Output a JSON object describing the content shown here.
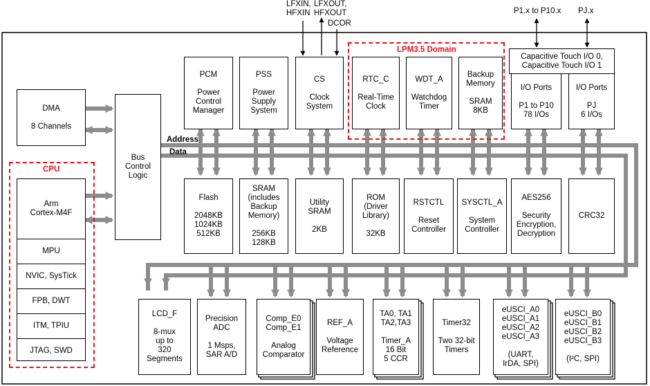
{
  "external_signals": {
    "lfxin": "LFXIN,\nHFXIN",
    "lfxout": "LFXOUT,\nHFXOUT",
    "dcor": "DCOR",
    "p1_p10": "P1.x to P10.x",
    "pj": "PJ.x"
  },
  "bus_labels": {
    "address": "Address",
    "data": "Data"
  },
  "domains": {
    "lpm35": "LPM3.5 Domain",
    "cpu": "CPU"
  },
  "blocks": {
    "dma": "DMA\n\n8 Channels",
    "bus_control": "Bus\nControl\nLogic",
    "pcm": "PCM\n\nPower\nControl\nManager",
    "pss": "PSS\n\nPower\nSupply\nSystem",
    "cs": "CS\n\nClock\nSystem",
    "rtc": "RTC_C\n\nReal-Time\nClock",
    "wdt": "WDT_A\n\nWatchdog\nTimer",
    "backup_sram": "Backup\nMemory\n\nSRAM\n8KB",
    "cap_touch": "Capacitive Touch I/O 0,\nCapacitive Touch I/O 1",
    "io_ports": "I/O Ports\n\nP1 to P10\n78 I/Os",
    "io_pj": "I/O Ports\n\nPJ\n6 I/Os",
    "flash": "Flash\n\n2048KB\n1024KB\n512KB",
    "sram": "SRAM\n(includes\nBackup\nMemory)\n\n256KB\n128KB",
    "utility_sram": "Utility\nSRAM\n\n2KB",
    "rom": "ROM\n(Driver\nLibrary)\n\n32KB",
    "rstctl": "RSTCTL\n\nReset\nController",
    "sysctl": "SYSCTL_A\n\nSystem\nController",
    "aes": "AES256\n\nSecurity\nEncryption,\nDecryption",
    "crc": "CRC32",
    "lcd": "LCD_F\n\n8-mux\nup to\n320\nSegments",
    "adc": "Precision\nADC\n\n1 Msps,\nSAR A/D",
    "comp": "Comp_E0\nComp_E1\n\nAnalog\nComparator",
    "ref": "REF_A\n\nVoltage\nReference",
    "timer_a": "TA0, TA1\nTA2,TA3\n\nTimer_A\n16 Bit\n5 CCR",
    "timer32": "Timer32\n\nTwo 32-bit\nTimers",
    "eusci_a": "eUSCI_A0\neUSCI_A1\neUSCI_A2\neUSCI_A3\n\n(UART,\nIrDA, SPI)",
    "eusci_b": "eUSCI_B0\neUSCI_B1\neUSCI_B2\neUSCI_B3\n\n(I²C, SPI)"
  },
  "cpu": {
    "core": "Arm\nCortex-M4F",
    "mpu": "MPU",
    "nvic": "NVIC, SysTick",
    "fpb": "FPB, DWT",
    "itm": "ITM, TPIU",
    "jtag": "JTAG, SWD"
  },
  "colors": {
    "bus": "#8c8c8c",
    "domain_outline": "#e8101b",
    "line": "#000000"
  }
}
